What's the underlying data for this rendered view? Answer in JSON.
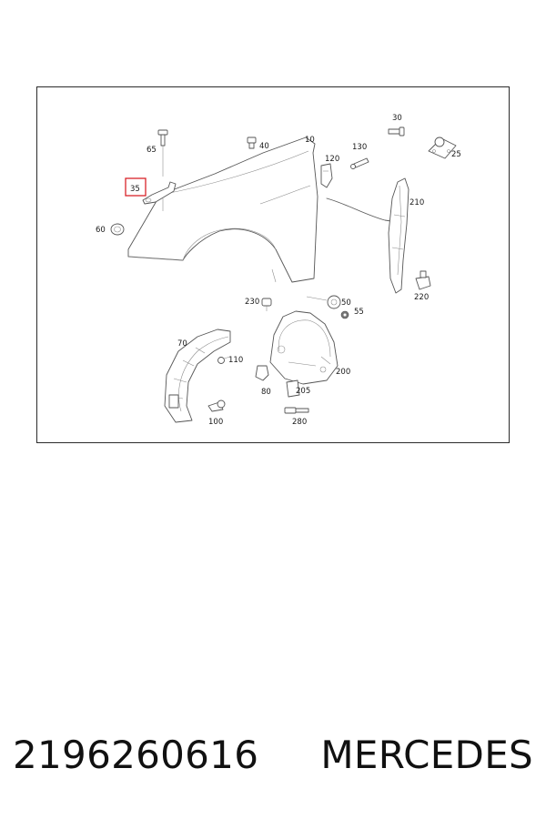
{
  "diagram": {
    "highlight_color": "#d9232a",
    "highlighted_label": "35",
    "labels": {
      "l10": "10",
      "l25": "25",
      "l30": "30",
      "l35": "35",
      "l40": "40",
      "l50": "50",
      "l55": "55",
      "l60": "60",
      "l65": "65",
      "l70": "70",
      "l80": "80",
      "l100": "100",
      "l110": "110",
      "l120": "120",
      "l130": "130",
      "l200": "200",
      "l205": "205",
      "l210": "210",
      "l220": "220",
      "l230": "230",
      "l280": "280"
    }
  },
  "footer": {
    "part_number": "2196260616",
    "brand": "MERCEDES"
  }
}
